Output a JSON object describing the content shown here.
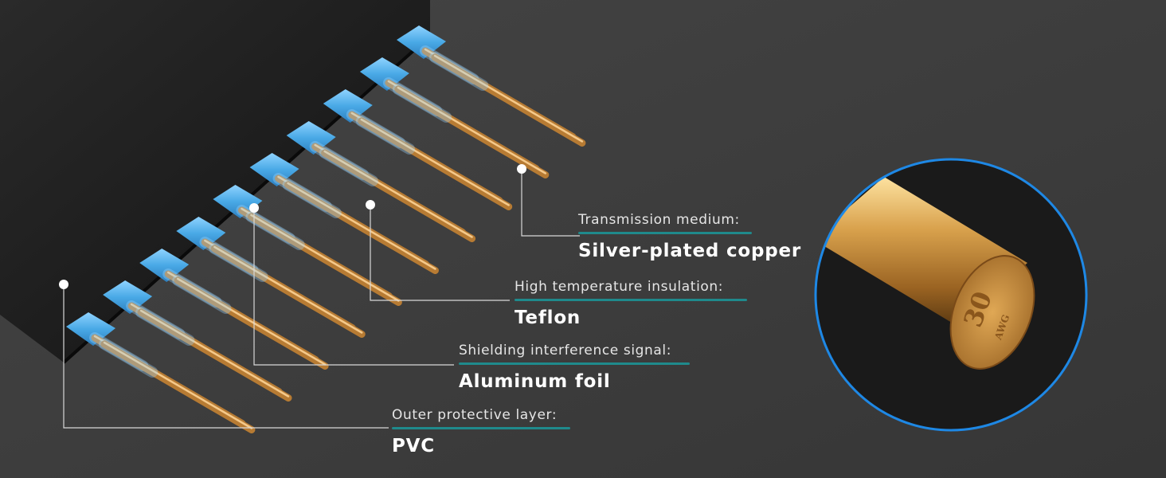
{
  "colors": {
    "background": "#3b3b3b",
    "jacket": "#1c1c1c",
    "insulation": "#4aaee8",
    "copper": "#c98a3a",
    "accent_line": "#1f8a8c",
    "ring": "#1e88e5"
  },
  "labels": [
    {
      "id": "transmission",
      "caption": "Transmission medium:",
      "value": "Silver-plated copper"
    },
    {
      "id": "insulation",
      "caption": "High temperature insulation:",
      "value": "Teflon"
    },
    {
      "id": "shielding",
      "caption": "Shielding interference signal:",
      "value": "Aluminum foil"
    },
    {
      "id": "outer",
      "caption": "Outer protective layer:",
      "value": "PVC"
    }
  ],
  "zoom": {
    "marking_top": "30",
    "marking_bottom": "AWG"
  }
}
